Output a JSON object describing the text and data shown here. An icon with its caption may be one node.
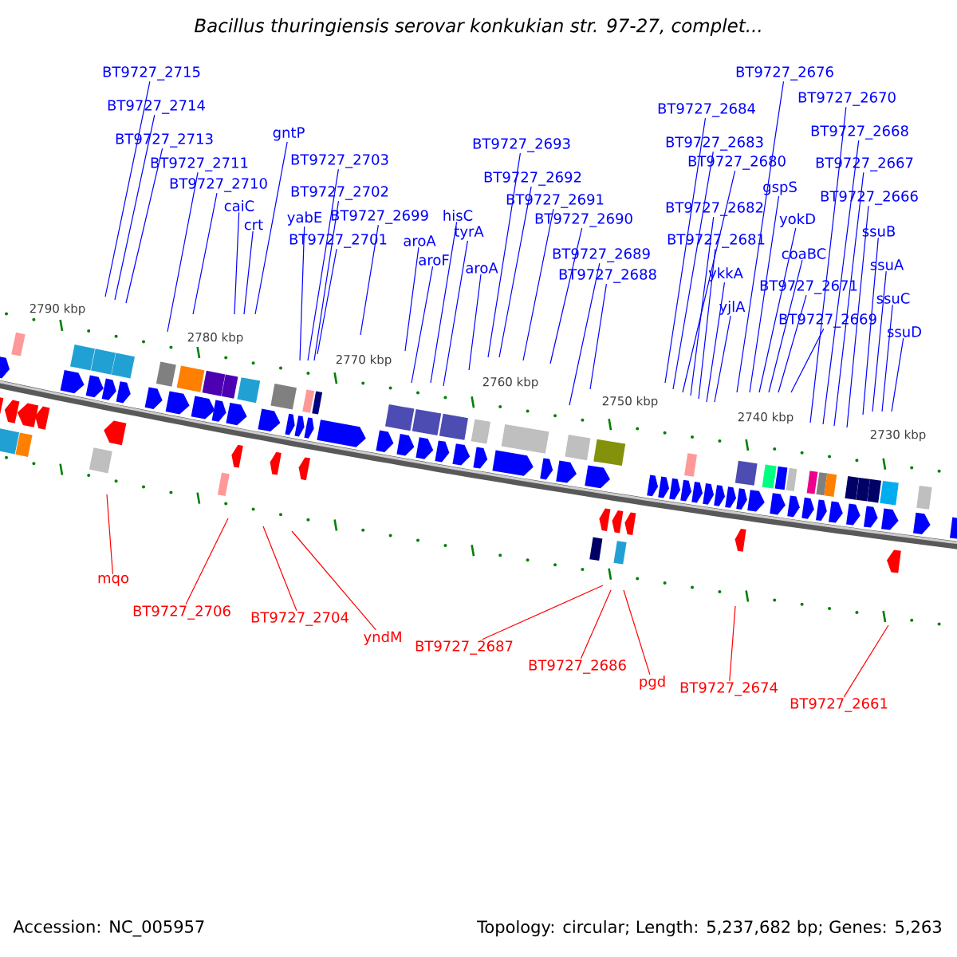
{
  "diagram": {
    "title": "Bacillus thuringiensis serovar konkukian str. 97-27, complet...",
    "nodes": [
      {
        "text": [
          "BT9727_2715"
        ]
      },
      {
        "text": [
          "BT9727_2714"
        ]
      },
      {
        "text": [
          "BT9727_2713"
        ]
      },
      {
        "text": [
          "BT9727_2711"
        ]
      },
      {
        "text": [
          "BT9727_2710"
        ]
      },
      {
        "text": [
          "caiC"
        ]
      },
      {
        "text": [
          "crt"
        ]
      },
      {
        "text": [
          "gntP"
        ]
      },
      {
        "text": [
          "BT9727_2703"
        ]
      },
      {
        "text": [
          "BT9727_2702"
        ]
      },
      {
        "text": [
          "yabE"
        ]
      },
      {
        "text": [
          "BT9727_2699"
        ]
      },
      {
        "text": [
          "BT9727_2701"
        ]
      },
      {
        "text": [
          "aroA"
        ]
      },
      {
        "text": [
          "aroF"
        ]
      },
      {
        "text": [
          "hisC"
        ]
      },
      {
        "text": [
          "tyrA"
        ]
      },
      {
        "text": [
          "aroA"
        ]
      },
      {
        "text": [
          "BT9727_2693"
        ]
      },
      {
        "text": [
          "BT9727_2692"
        ]
      },
      {
        "text": [
          "BT9727_2691"
        ]
      },
      {
        "text": [
          "BT9727_2690"
        ]
      },
      {
        "text": [
          "BT9727_2689"
        ]
      },
      {
        "text": [
          "BT9727_2688"
        ]
      },
      {
        "text": [
          "BT9727_2684"
        ]
      },
      {
        "text": [
          "BT9727_2683"
        ]
      },
      {
        "text": [
          "BT9727_2680"
        ]
      },
      {
        "text": [
          "BT9727_2682"
        ]
      },
      {
        "text": [
          "BT9727_2681"
        ]
      },
      {
        "text": [
          "ykkA"
        ]
      },
      {
        "text": [
          "yjlA"
        ]
      },
      {
        "text": [
          "BT9727_2676"
        ]
      },
      {
        "text": [
          "gspS"
        ]
      },
      {
        "text": [
          "yokD"
        ]
      },
      {
        "text": [
          "coaBC"
        ]
      },
      {
        "text": [
          "BT9727_2671"
        ]
      },
      {
        "text": [
          "BT9727_2669"
        ]
      },
      {
        "text": [
          "BT9727_2670"
        ]
      },
      {
        "text": [
          "BT9727_2668"
        ]
      },
      {
        "text": [
          "BT9727_2667"
        ]
      },
      {
        "text": [
          "BT9727_2666"
        ]
      },
      {
        "text": [
          "ssuB"
        ]
      },
      {
        "text": [
          "ssuA"
        ]
      },
      {
        "text": [
          "ssuC"
        ]
      },
      {
        "text": [
          "ssuD"
        ]
      },
      {
        "text": [
          "mqo"
        ]
      },
      {
        "text": [
          "BT9727_2706"
        ]
      },
      {
        "text": [
          "BT9727_2704"
        ]
      },
      {
        "text": [
          "yndM"
        ]
      },
      {
        "text": [
          "BT9727_2687"
        ]
      },
      {
        "text": [
          "BT9727_2686"
        ]
      },
      {
        "text": [
          "pgd"
        ]
      },
      {
        "text": [
          "BT9727_2674"
        ]
      },
      {
        "text": [
          "BT9727_2661"
        ]
      }
    ],
    "edges": [
      {
        "from": 0,
        "to": null,
        "arrow": "none"
      },
      {
        "from": 1,
        "to": null,
        "arrow": "none"
      },
      {
        "from": 2,
        "to": null,
        "arrow": "none"
      },
      {
        "from": 3,
        "to": null,
        "arrow": "none"
      },
      {
        "from": 4,
        "to": null,
        "arrow": "none"
      },
      {
        "from": 5,
        "to": null,
        "arrow": "none"
      },
      {
        "from": 6,
        "to": null,
        "arrow": "none"
      },
      {
        "from": 7,
        "to": null,
        "arrow": "none"
      },
      {
        "from": 8,
        "to": null,
        "arrow": "none"
      },
      {
        "from": 9,
        "to": null,
        "arrow": "none"
      },
      {
        "from": 10,
        "to": null,
        "arrow": "none"
      },
      {
        "from": 11,
        "to": null,
        "arrow": "none"
      },
      {
        "from": 12,
        "to": null,
        "arrow": "none"
      },
      {
        "from": 13,
        "to": null,
        "arrow": "none"
      },
      {
        "from": 14,
        "to": null,
        "arrow": "none"
      },
      {
        "from": 15,
        "to": null,
        "arrow": "none"
      },
      {
        "from": 16,
        "to": null,
        "arrow": "none"
      },
      {
        "from": 17,
        "to": null,
        "arrow": "none"
      },
      {
        "from": 18,
        "to": null,
        "arrow": "none"
      },
      {
        "from": 19,
        "to": null,
        "arrow": "none"
      },
      {
        "from": 20,
        "to": null,
        "arrow": "none"
      },
      {
        "from": 21,
        "to": null,
        "arrow": "none"
      },
      {
        "from": 22,
        "to": null,
        "arrow": "none"
      },
      {
        "from": 23,
        "to": null,
        "arrow": "none"
      },
      {
        "from": 24,
        "to": null,
        "arrow": "none"
      },
      {
        "from": 25,
        "to": null,
        "arrow": "none"
      },
      {
        "from": 26,
        "to": null,
        "arrow": "none"
      },
      {
        "from": 27,
        "to": null,
        "arrow": "none"
      },
      {
        "from": 28,
        "to": null,
        "arrow": "none"
      },
      {
        "from": 29,
        "to": null,
        "arrow": "none"
      },
      {
        "from": 30,
        "to": null,
        "arrow": "none"
      },
      {
        "from": 31,
        "to": null,
        "arrow": "none"
      },
      {
        "from": 32,
        "to": null,
        "arrow": "none"
      },
      {
        "from": 33,
        "to": null,
        "arrow": "none"
      },
      {
        "from": 34,
        "to": null,
        "arrow": "none"
      },
      {
        "from": 35,
        "to": null,
        "arrow": "none"
      },
      {
        "from": 36,
        "to": null,
        "arrow": "none"
      },
      {
        "from": 37,
        "to": null,
        "arrow": "none"
      },
      {
        "from": 38,
        "to": null,
        "arrow": "none"
      },
      {
        "from": 39,
        "to": null,
        "arrow": "none"
      },
      {
        "from": 40,
        "to": null,
        "arrow": "none"
      },
      {
        "from": 41,
        "to": null,
        "arrow": "none"
      },
      {
        "from": 42,
        "to": null,
        "arrow": "none"
      },
      {
        "from": 43,
        "to": null,
        "arrow": "none"
      },
      {
        "from": 44,
        "to": null,
        "arrow": "none"
      },
      {
        "from": 45,
        "to": null,
        "arrow": "none",
        "color": "#ff0000"
      },
      {
        "from": 46,
        "to": null,
        "arrow": "none",
        "color": "#ff0000"
      },
      {
        "from": 47,
        "to": null,
        "arrow": "none",
        "color": "#ff0000"
      },
      {
        "from": 48,
        "to": null,
        "arrow": "none",
        "color": "#ff0000"
      },
      {
        "from": 49,
        "to": null,
        "arrow": "none",
        "color": "#ff0000"
      },
      {
        "from": 50,
        "to": null,
        "arrow": "none",
        "color": "#ff0000"
      },
      {
        "from": 51,
        "to": null,
        "arrow": "none",
        "color": "#ff0000"
      },
      {
        "from": 52,
        "to": null,
        "arrow": "none",
        "color": "#ff0000"
      },
      {
        "from": 53,
        "to": null,
        "arrow": "none",
        "color": "#ff0000"
      }
    ],
    "labels": [
      "2790 kbp",
      "2780 kbp",
      "2770 kbp",
      "2760 kbp",
      "2750 kbp",
      "2740 kbp",
      "2730 kbp",
      "Accession: NC_005957",
      "Topology: circular; Length: 5,237,682 bp; Genes: 5,263"
    ]
  }
}
